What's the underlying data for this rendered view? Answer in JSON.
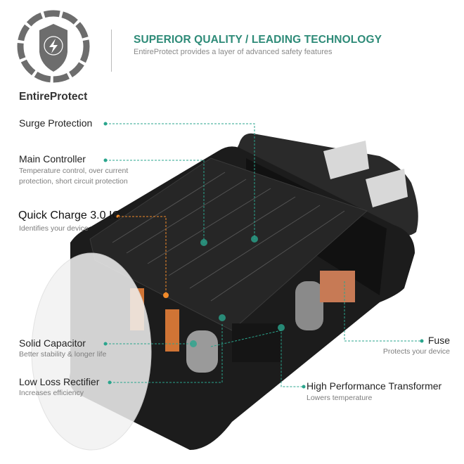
{
  "header": {
    "title": "SUPERIOR QUALITY / LEADING TECHNOLOGY",
    "subtitle": "EntireProtect provides a layer of advanced safety features",
    "brand": "EntireProtect"
  },
  "colors": {
    "accent": "#2e8b78",
    "callout": "#2aa58d",
    "orange": "#f08a2a",
    "logo_gray": "#6d6d6d"
  },
  "features": {
    "surge": {
      "label": "Surge Protection"
    },
    "controller": {
      "label": "Main Controller",
      "desc_1": "Temperature control, over current",
      "desc_2": "protection, short circuit protection"
    },
    "quick_charge": {
      "label": "Quick Charge 3.0 IC",
      "desc": "Identifies your device"
    },
    "capacitor": {
      "label": "Solid Capacitor",
      "desc": "Better stability & longer life"
    },
    "rectifier": {
      "label": "Low Loss  Rectifier",
      "desc": "Increases efficiency"
    },
    "fuse": {
      "label": "Fuse",
      "desc": "Protects your device"
    },
    "transformer": {
      "label": "High Performance Transformer",
      "desc": "Lowers temperature"
    }
  }
}
